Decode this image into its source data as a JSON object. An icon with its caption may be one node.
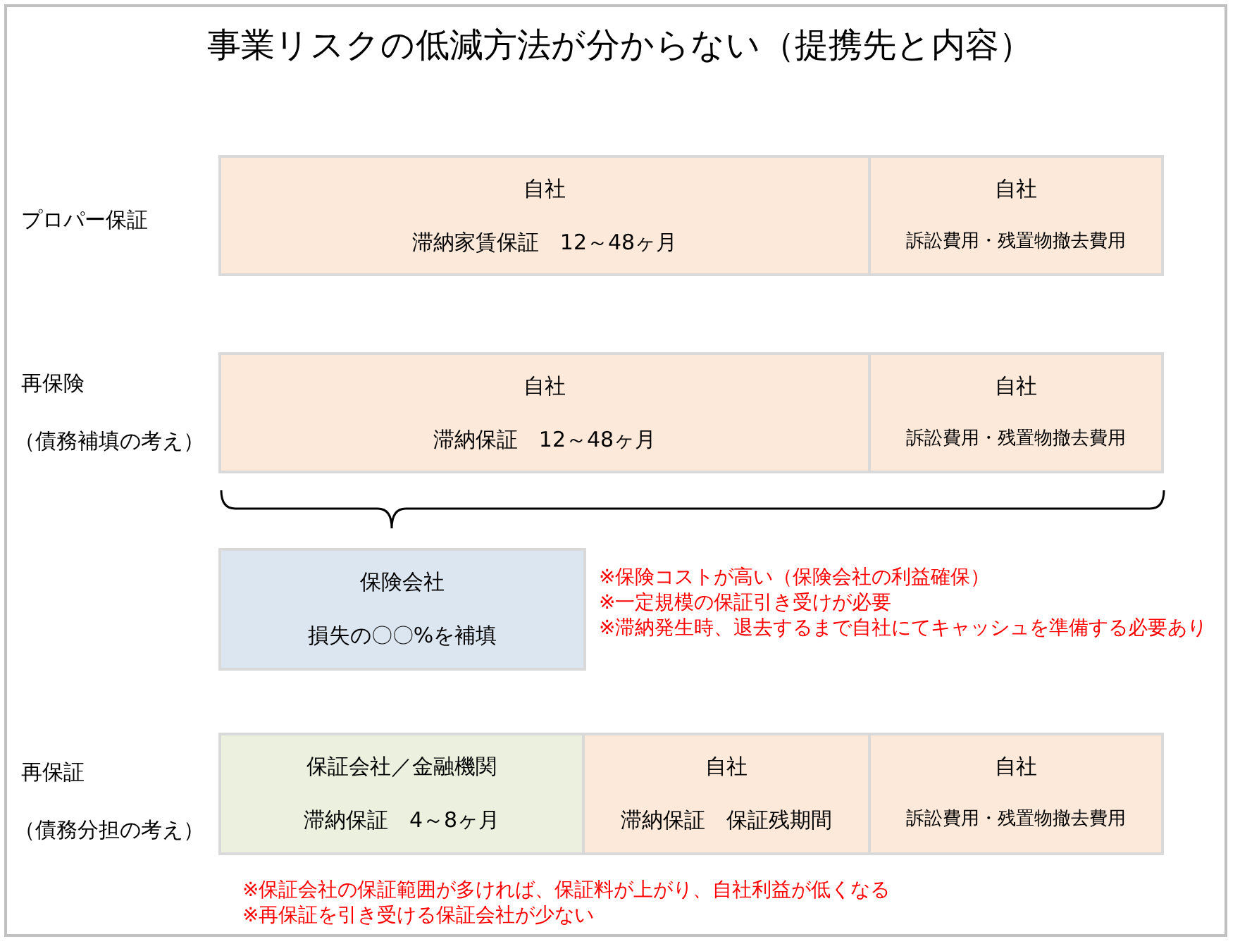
{
  "diagram": {
    "title": "事業リスクの低減方法が分からない（提携先と内容）",
    "nodes": [
      {
        "text": [
          "自社",
          "滞納家賃保証　12～48ヶ月"
        ]
      },
      {
        "text": [
          "自社",
          "訴訟費用・残置物撤去費用"
        ]
      },
      {
        "text": [
          "自社",
          "滞納保証　12～48ヶ月"
        ]
      },
      {
        "text": [
          "自社",
          "訴訟費用・残置物撤去費用"
        ]
      },
      {
        "text": [
          "保険会社",
          "損失の〇〇%を補填"
        ],
        "beside": [
          "※保険コストが高い（保険会社の利益確保）",
          "※一定規模の保証引き受けが必要",
          "※滞納発生時、退去するまで自社にてキャッシュを準備する必要あり"
        ]
      },
      {
        "text": [
          "保証会社／金融機関",
          "滞納保証　4～8ヶ月"
        ]
      },
      {
        "text": [
          "自社",
          "滞納保証　保証残期間"
        ]
      },
      {
        "text": [
          "自社",
          "訴訟費用・残置物撤去費用"
        ]
      }
    ],
    "labels": [
      "プロパー保証",
      "再保険",
      "（債務補填の考え）",
      "再保証",
      "（債務分担の考え）",
      "※保証会社の保証範囲が多ければ、保証料が上がり、自社利益が低くなる",
      "※再保証を引き受ける保証会社が少ない"
    ]
  }
}
